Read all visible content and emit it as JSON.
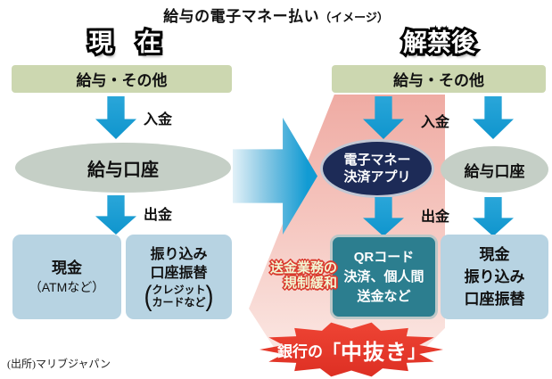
{
  "title": {
    "main": "給与の電子マネー払い",
    "sub": "（イメージ）"
  },
  "headers": {
    "current": "現　在",
    "after": "解禁後"
  },
  "flow_labels": {
    "left_deposit": "入金",
    "left_withdraw": "出金",
    "right_deposit": "入金",
    "right_withdraw": "出金"
  },
  "current": {
    "salary_box": "給与・その他",
    "account": "給与口座",
    "cash_box": {
      "title": "現金",
      "note": "（ATMなど）"
    },
    "transfer_box": {
      "line1": "振り込み",
      "line2": "口座振替",
      "paren_open": "(",
      "note_line1": "クレジット",
      "note_line2": "カードなど",
      "paren_close": ")"
    }
  },
  "after": {
    "salary_box": "給与・その他",
    "emoney_app": {
      "line1": "電子マネー",
      "line2": "決済アプリ"
    },
    "account": "給与口座",
    "qr_box": {
      "line1": "QRコード",
      "line2": "決済、個人間",
      "line3": "送金など"
    },
    "bank_box": {
      "line1": "現金",
      "line2": "振り込み",
      "line3": "口座振替"
    },
    "deregulation": {
      "line1": "送金業務の",
      "line2": "規制緩和"
    },
    "burst": {
      "prefix": "銀行の",
      "open": "「",
      "emphasis": "中抜き",
      "close": "」"
    }
  },
  "source": "(出所)マリブジャパン",
  "colors": {
    "arrow_blue": "#129bd3",
    "green_box": "#ccd7b0",
    "light_blue_box": "#b7d3e2",
    "account_ellipse": "#c5cfc6",
    "emoney_navy": "#1d2b57",
    "qr_teal": "#2c7e8f",
    "alert_red": "#e8392c",
    "beam_pink": "#efaba3",
    "deregulation_text": "#f2f6d3"
  }
}
